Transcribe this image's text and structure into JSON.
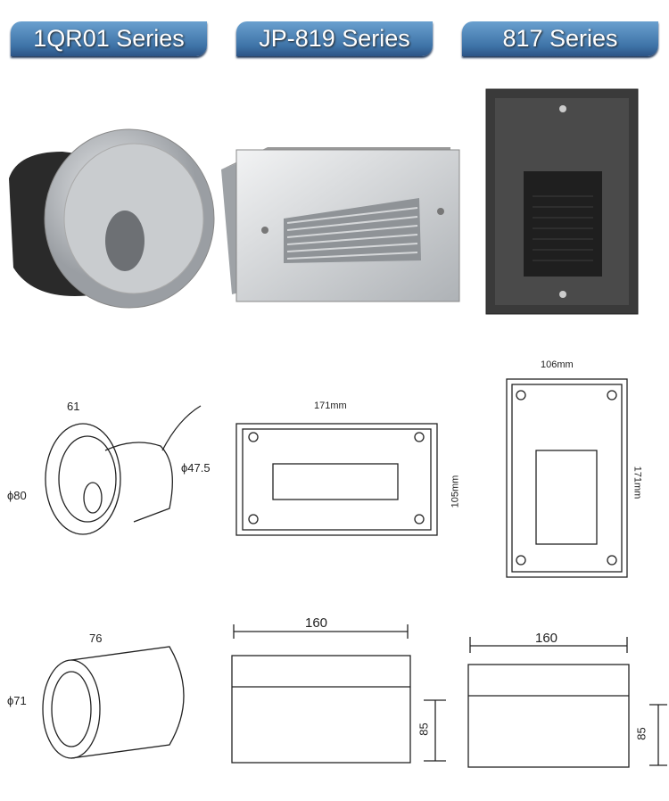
{
  "series_tabs": [
    "1QR01 Series",
    "JP-819 Series",
    "817 Series"
  ],
  "dimensions": {
    "qr01_top": {
      "depth": "61",
      "diameter": "ϕ80",
      "body_diameter": "ϕ47.5"
    },
    "jp819_top": {
      "width": "171mm",
      "height": "105mm"
    },
    "s817_top": {
      "width": "106mm",
      "height": "171mm"
    },
    "qr01_box": {
      "length": "76",
      "diameter": "ϕ71"
    },
    "jp819_box": {
      "width": "160",
      "height": "85"
    },
    "s817_box": {
      "width": "160",
      "height": "85"
    }
  }
}
